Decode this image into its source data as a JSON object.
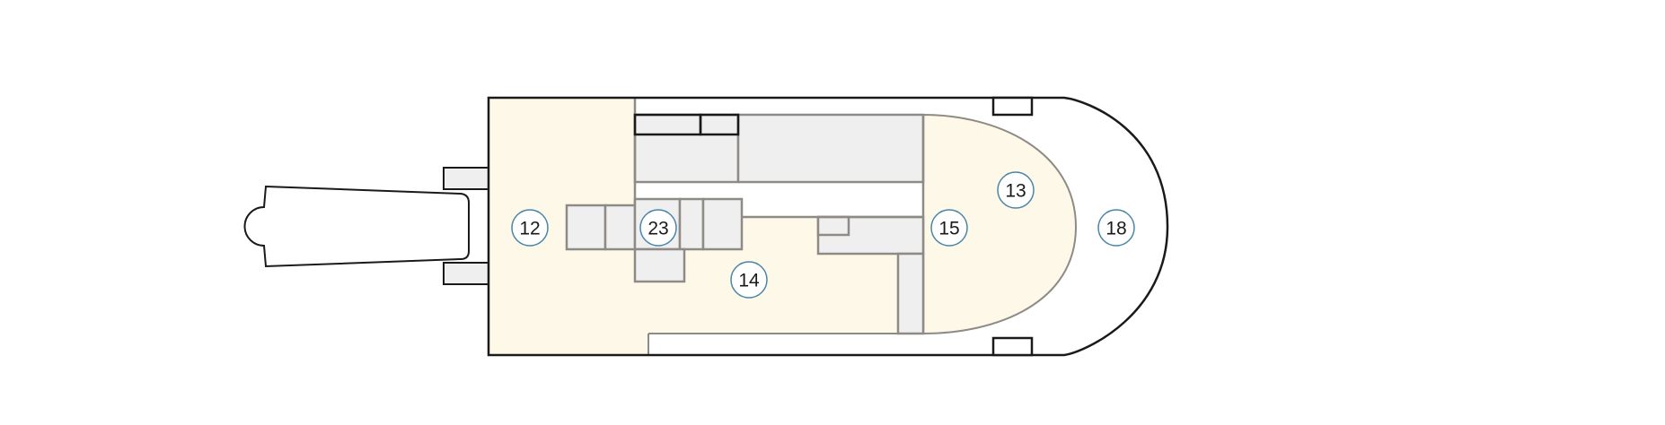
{
  "diagram": {
    "type": "deck-plan",
    "colors": {
      "public_area": "#fdf8e7",
      "room": "#f0eff0",
      "outline": "#1a1a1a",
      "room_stroke": "#8e8b87",
      "marker_stroke": "#4a86a8"
    },
    "markers": [
      {
        "id": "12",
        "label": "12"
      },
      {
        "id": "23",
        "label": "23"
      },
      {
        "id": "14",
        "label": "14"
      },
      {
        "id": "15",
        "label": "15"
      },
      {
        "id": "13",
        "label": "13"
      },
      {
        "id": "18",
        "label": "18"
      }
    ]
  }
}
